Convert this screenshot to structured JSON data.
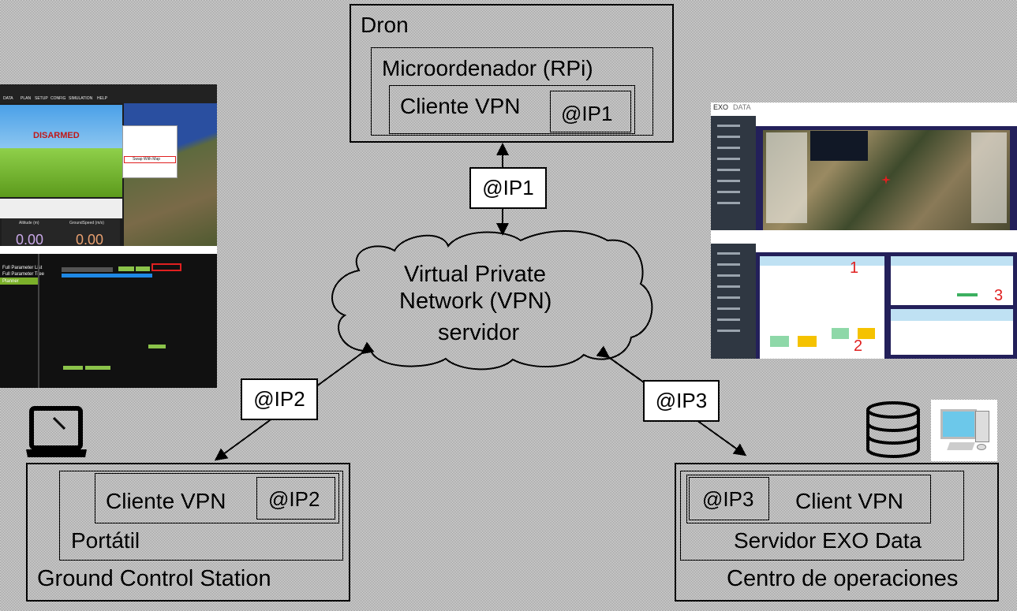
{
  "drone": {
    "title": "Dron",
    "computer": "Microordenador (RPi)",
    "client": "Cliente VPN",
    "ip": "@IP1"
  },
  "vpn": {
    "line1": "Virtual Private",
    "line2": "Network (VPN)",
    "line3": "servidor"
  },
  "gcs": {
    "title": "Ground Control Station",
    "device": "Portátil",
    "client": "Cliente VPN",
    "ip": "@IP2"
  },
  "ops": {
    "title": "Centro de operaciones",
    "server": "Servidor EXO Data",
    "client": "Client VPN",
    "ip": "@IP3"
  },
  "links": {
    "ip1": "@IP1",
    "ip2": "@IP2",
    "ip3": "@IP3"
  },
  "mission_planner": {
    "status": "DISARMED",
    "altitude_label": "Altitude (m)",
    "speed_label": "GroundSpeed (m/s)",
    "altitude": "0.00",
    "speed": "0.00",
    "menu_highlight": "Swap With Map",
    "tabs": [
      "DATA",
      "PLAN",
      "SETUP",
      "CONFIG",
      "SIMULATION",
      "HELP"
    ],
    "side_items": [
      "Full Parameter List",
      "Full Parameter Tree",
      "Planner"
    ]
  },
  "exo_data": {
    "brand": "EXO",
    "brand2": "DATA",
    "markers": [
      "1",
      "2",
      "3"
    ],
    "marker_color": "#e02020"
  },
  "colors": {
    "highlight": "#e02020",
    "accent_green": "#8bc34a",
    "exo_navy": "#23205a"
  }
}
